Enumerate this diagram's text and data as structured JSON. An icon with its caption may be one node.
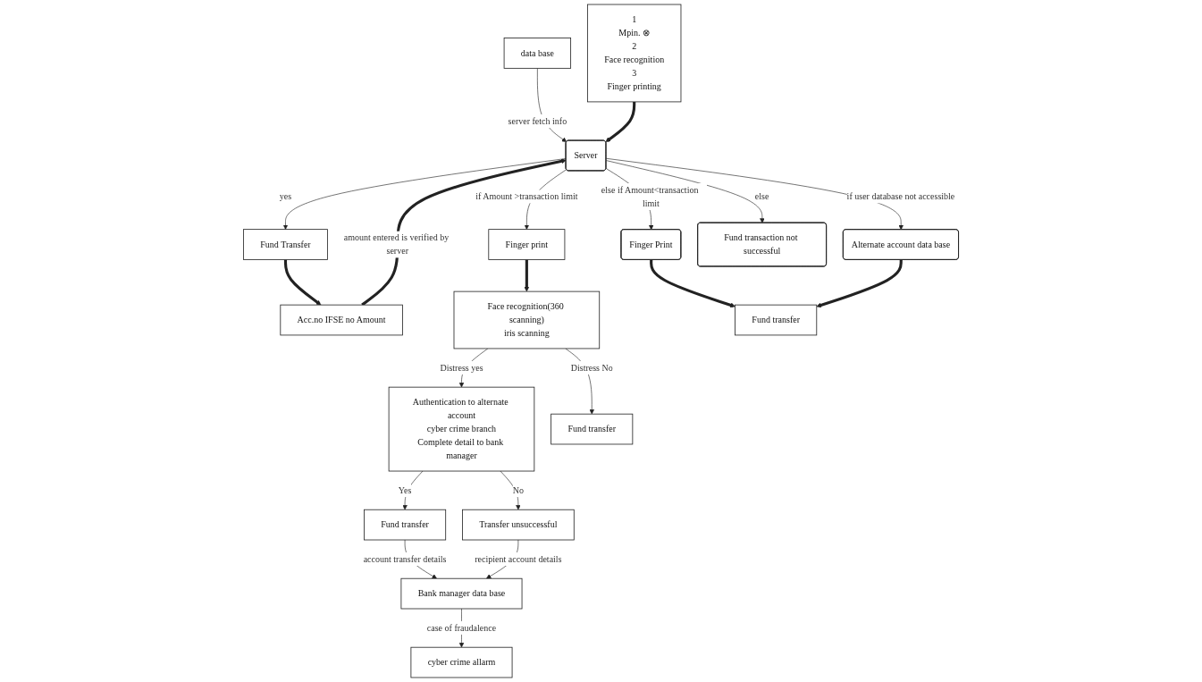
{
  "diagram": {
    "nodes": [
      {
        "text": [
          "data base"
        ]
      },
      {
        "text": [
          "1",
          "Mpin. ⊗",
          "2",
          "Face recognition",
          "3",
          "Finger printing"
        ]
      },
      {
        "text": [
          "Server"
        ]
      },
      {
        "text": [
          "Fund Transfer"
        ]
      },
      {
        "text": [
          "Acc.no IFSE no Amount"
        ]
      },
      {
        "text": [
          "Finger print"
        ]
      },
      {
        "text": [
          "Face recognition(360 scanning)",
          "iris scanning"
        ]
      },
      {
        "text": [
          "Authentication to alternate account",
          "cyber crime branch",
          "Complete detail to bank manager"
        ]
      },
      {
        "text": [
          "Fund transfer"
        ]
      },
      {
        "text": [
          "Transfer unsuccessful"
        ]
      },
      {
        "text": [
          "Bank manager data base"
        ]
      },
      {
        "text": [
          "cyber crime allarm"
        ]
      },
      {
        "text": [
          "Fund transfer"
        ]
      },
      {
        "text": [
          "Finger Print"
        ]
      },
      {
        "text": [
          "Fund transfer"
        ]
      },
      {
        "text": [
          "Alternate account data base"
        ]
      },
      {
        "text": [
          "Fund transaction not successful"
        ]
      }
    ],
    "edges": [
      {
        "from": 0,
        "to": 2,
        "arrow": "to",
        "label": "server fetch info"
      },
      {
        "from": 1,
        "to": 2,
        "arrow": "to",
        "style": "thick"
      },
      {
        "from": 2,
        "to": 3,
        "arrow": "to",
        "label": "yes"
      },
      {
        "from": 3,
        "to": 4,
        "arrow": "to",
        "style": "thick"
      },
      {
        "from": 4,
        "to": 2,
        "arrow": "to",
        "style": "thick",
        "label": "amount entered is verified by server"
      },
      {
        "from": 2,
        "to": 5,
        "arrow": "to",
        "label": "if Amount >transaction limit"
      },
      {
        "from": 5,
        "to": 6,
        "arrow": "to",
        "style": "thick"
      },
      {
        "from": 6,
        "to": 7,
        "arrow": "to",
        "label": "Distress yes"
      },
      {
        "from": 6,
        "to": 12,
        "arrow": "to",
        "label": "Distress No"
      },
      {
        "from": 7,
        "to": 8,
        "arrow": "to",
        "label": "Yes"
      },
      {
        "from": 7,
        "to": 9,
        "arrow": "to",
        "label": "No"
      },
      {
        "from": 8,
        "to": 10,
        "arrow": "to",
        "label": "account transfer details"
      },
      {
        "from": 9,
        "to": 10,
        "arrow": "to",
        "label": "recipient account details"
      },
      {
        "from": 10,
        "to": 11,
        "arrow": "to",
        "label": "case of fraudalence"
      },
      {
        "from": 2,
        "to": 13,
        "arrow": "to",
        "label": "else if Amount<transaction limit"
      },
      {
        "from": 2,
        "to": 15,
        "arrow": "to",
        "label": "if user database not accessible"
      },
      {
        "from": 2,
        "to": 16,
        "arrow": "to",
        "label": "else"
      },
      {
        "from": 13,
        "to": 14,
        "arrow": "to",
        "style": "thick"
      },
      {
        "from": 15,
        "to": 14,
        "arrow": "to",
        "style": "thick"
      }
    ]
  }
}
